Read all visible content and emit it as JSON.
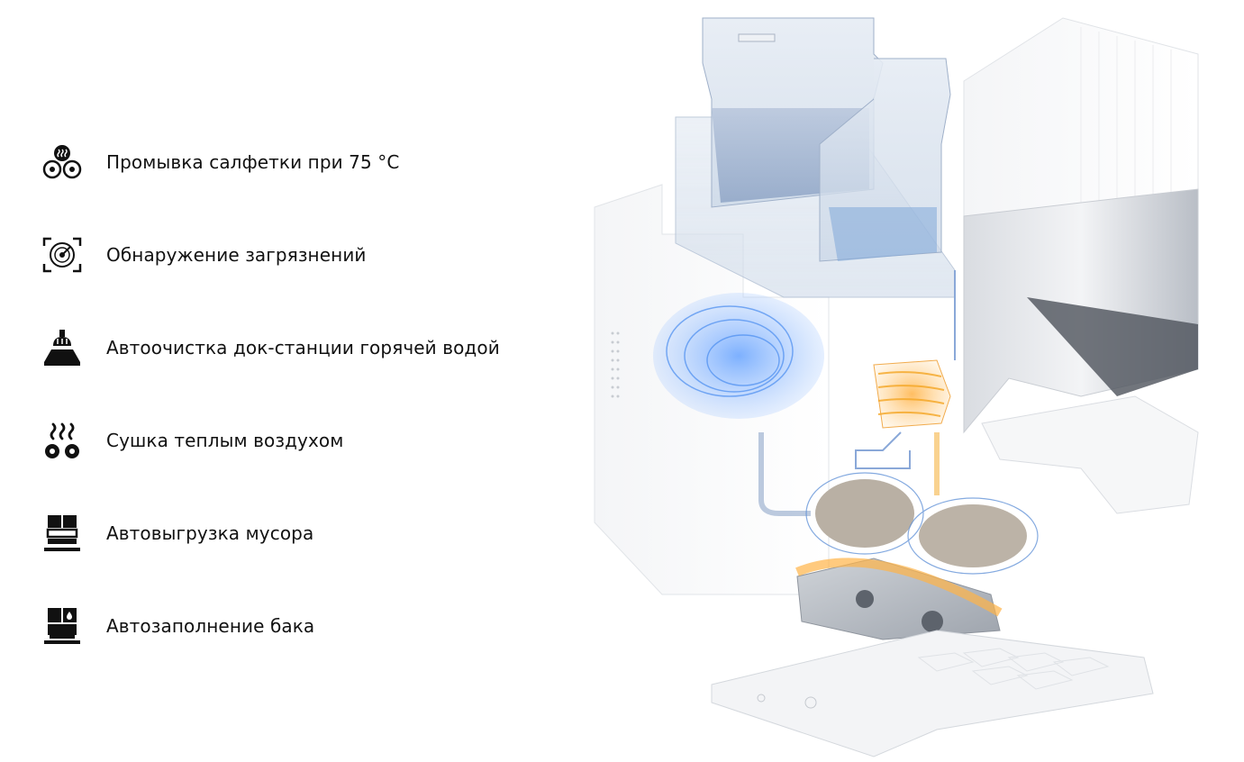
{
  "features": [
    {
      "icon": "hot-wash-icon",
      "label": "Промывка салфетки при 75 °C"
    },
    {
      "icon": "dirt-detection-icon",
      "label": "Обнаружение загрязнений"
    },
    {
      "icon": "hot-water-cleaning-icon",
      "label": "Автоочистка док-станции горячей водой"
    },
    {
      "icon": "warm-air-drying-icon",
      "label": "Сушка теплым воздухом"
    },
    {
      "icon": "auto-empty-icon",
      "label": "Автовыгрузка мусора"
    },
    {
      "icon": "auto-refill-icon",
      "label": "Автозаполнение бака"
    }
  ],
  "colors": {
    "text": "#111111",
    "icon": "#111111",
    "accent_blue": "#4a90e2",
    "accent_orange": "#f5a623"
  }
}
